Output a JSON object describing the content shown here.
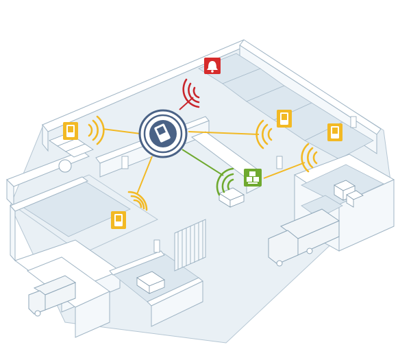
{
  "colors": {
    "wall_outline": "#9fb4c4",
    "link_yellow": "#f2b924",
    "link_green": "#6fa92f",
    "link_red": "#c9262c",
    "device_yellow": "#f2b924",
    "device_green": "#6fa92f",
    "device_red": "#d62b2b",
    "hub_ring": "#4a6286"
  },
  "hub": {
    "icon": "handheld-device-hub-icon"
  },
  "devices": [
    {
      "id": "alarm",
      "kind": "red",
      "icon": "bell-icon"
    },
    {
      "id": "terminal-left",
      "kind": "yellow",
      "icon": "tablet-icon"
    },
    {
      "id": "terminal-center-right",
      "kind": "yellow",
      "icon": "tablet-icon"
    },
    {
      "id": "terminal-far-right",
      "kind": "yellow",
      "icon": "tablet-icon"
    },
    {
      "id": "terminal-bottom-left",
      "kind": "yellow",
      "icon": "tablet-icon"
    },
    {
      "id": "warehouse-green",
      "kind": "green",
      "icon": "boxes-icon"
    }
  ]
}
